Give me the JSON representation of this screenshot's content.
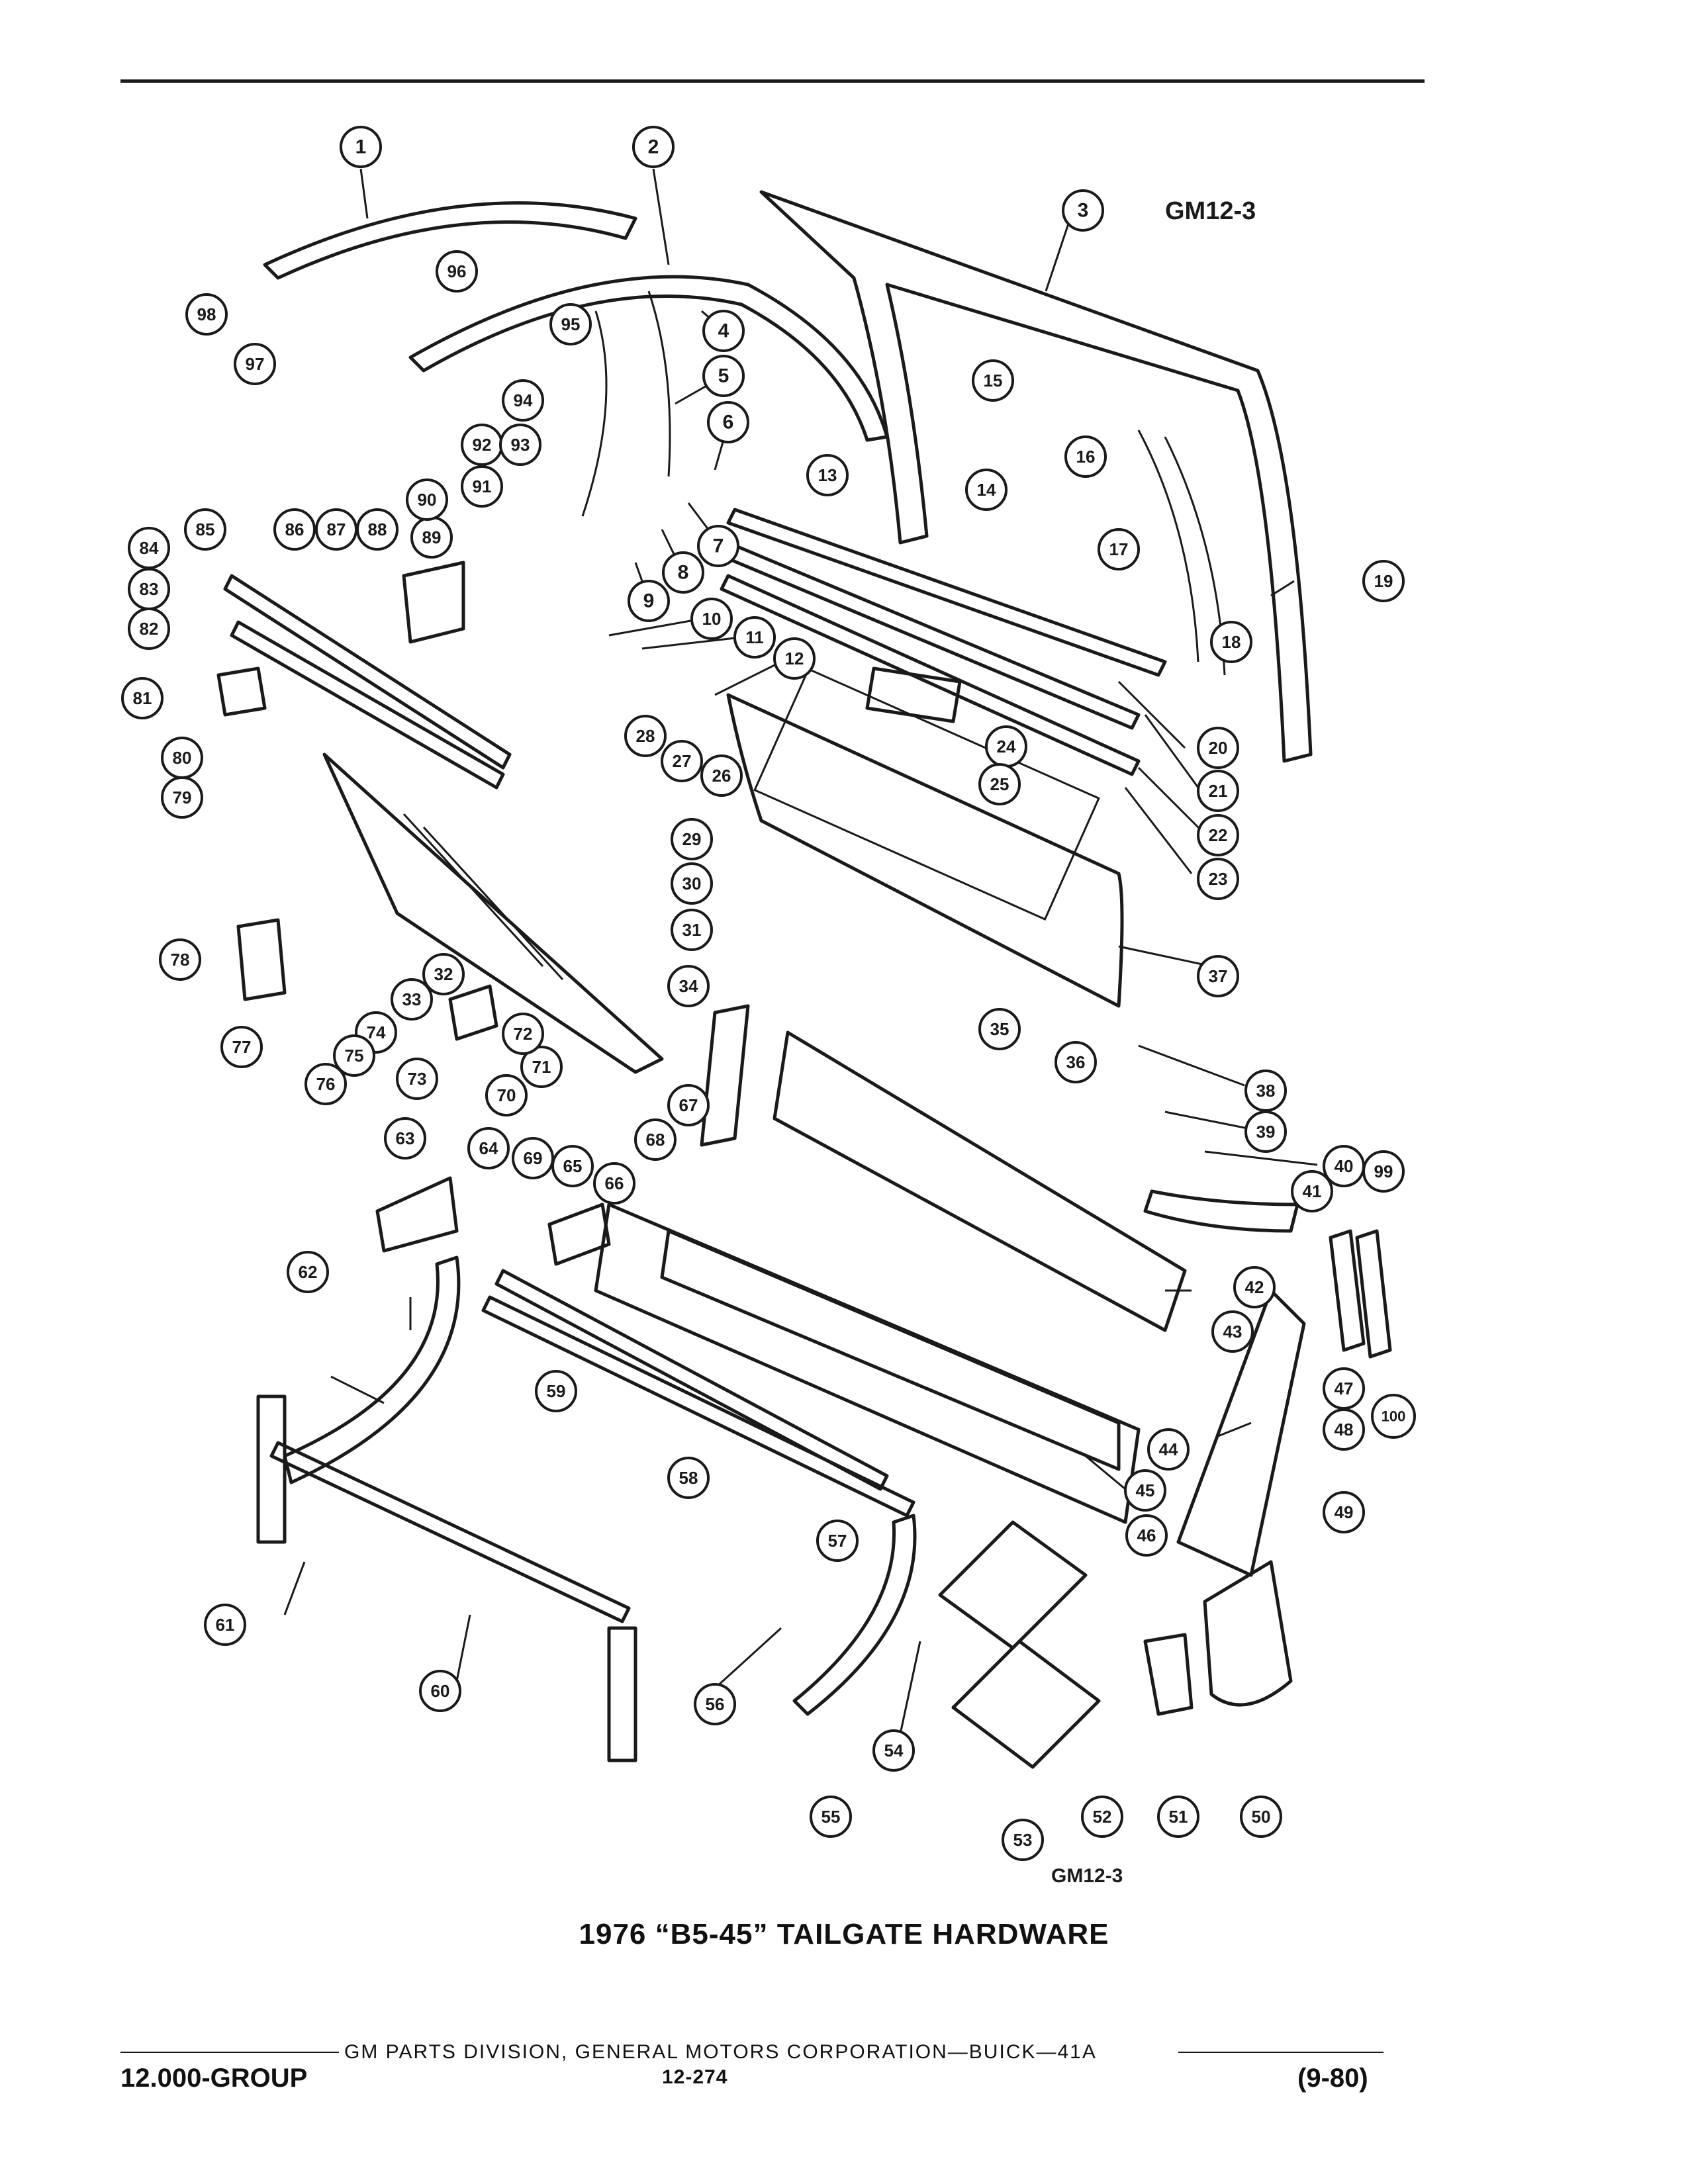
{
  "figure": {
    "code_top": "GM12-3",
    "code_bottom": "GM12-3",
    "title": "1976 “B5-45” TAILGATE HARDWARE"
  },
  "footer": {
    "credit": "GM PARTS DIVISION, GENERAL MOTORS CORPORATION—BUICK—41A",
    "group": "12.000-GROUP",
    "page": "12-274",
    "date": "(9-80)"
  },
  "callouts": [
    "1",
    "2",
    "3",
    "4",
    "5",
    "6",
    "7",
    "8",
    "9",
    "10",
    "11",
    "12",
    "13",
    "14",
    "15",
    "16",
    "17",
    "18",
    "19",
    "20",
    "21",
    "22",
    "23",
    "24",
    "25",
    "26",
    "27",
    "28",
    "29",
    "30",
    "31",
    "32",
    "33",
    "34",
    "35",
    "36",
    "37",
    "38",
    "39",
    "40",
    "41",
    "42",
    "43",
    "44",
    "45",
    "46",
    "47",
    "48",
    "49",
    "50",
    "51",
    "52",
    "53",
    "54",
    "55",
    "56",
    "57",
    "58",
    "59",
    "60",
    "61",
    "62",
    "63",
    "64",
    "65",
    "66",
    "67",
    "68",
    "69",
    "70",
    "71",
    "72",
    "73",
    "74",
    "75",
    "76",
    "77",
    "78",
    "79",
    "80",
    "81",
    "82",
    "83",
    "84",
    "85",
    "86",
    "87",
    "88",
    "89",
    "90",
    "91",
    "92",
    "93",
    "94",
    "95",
    "96",
    "97",
    "98",
    "99",
    "100"
  ]
}
